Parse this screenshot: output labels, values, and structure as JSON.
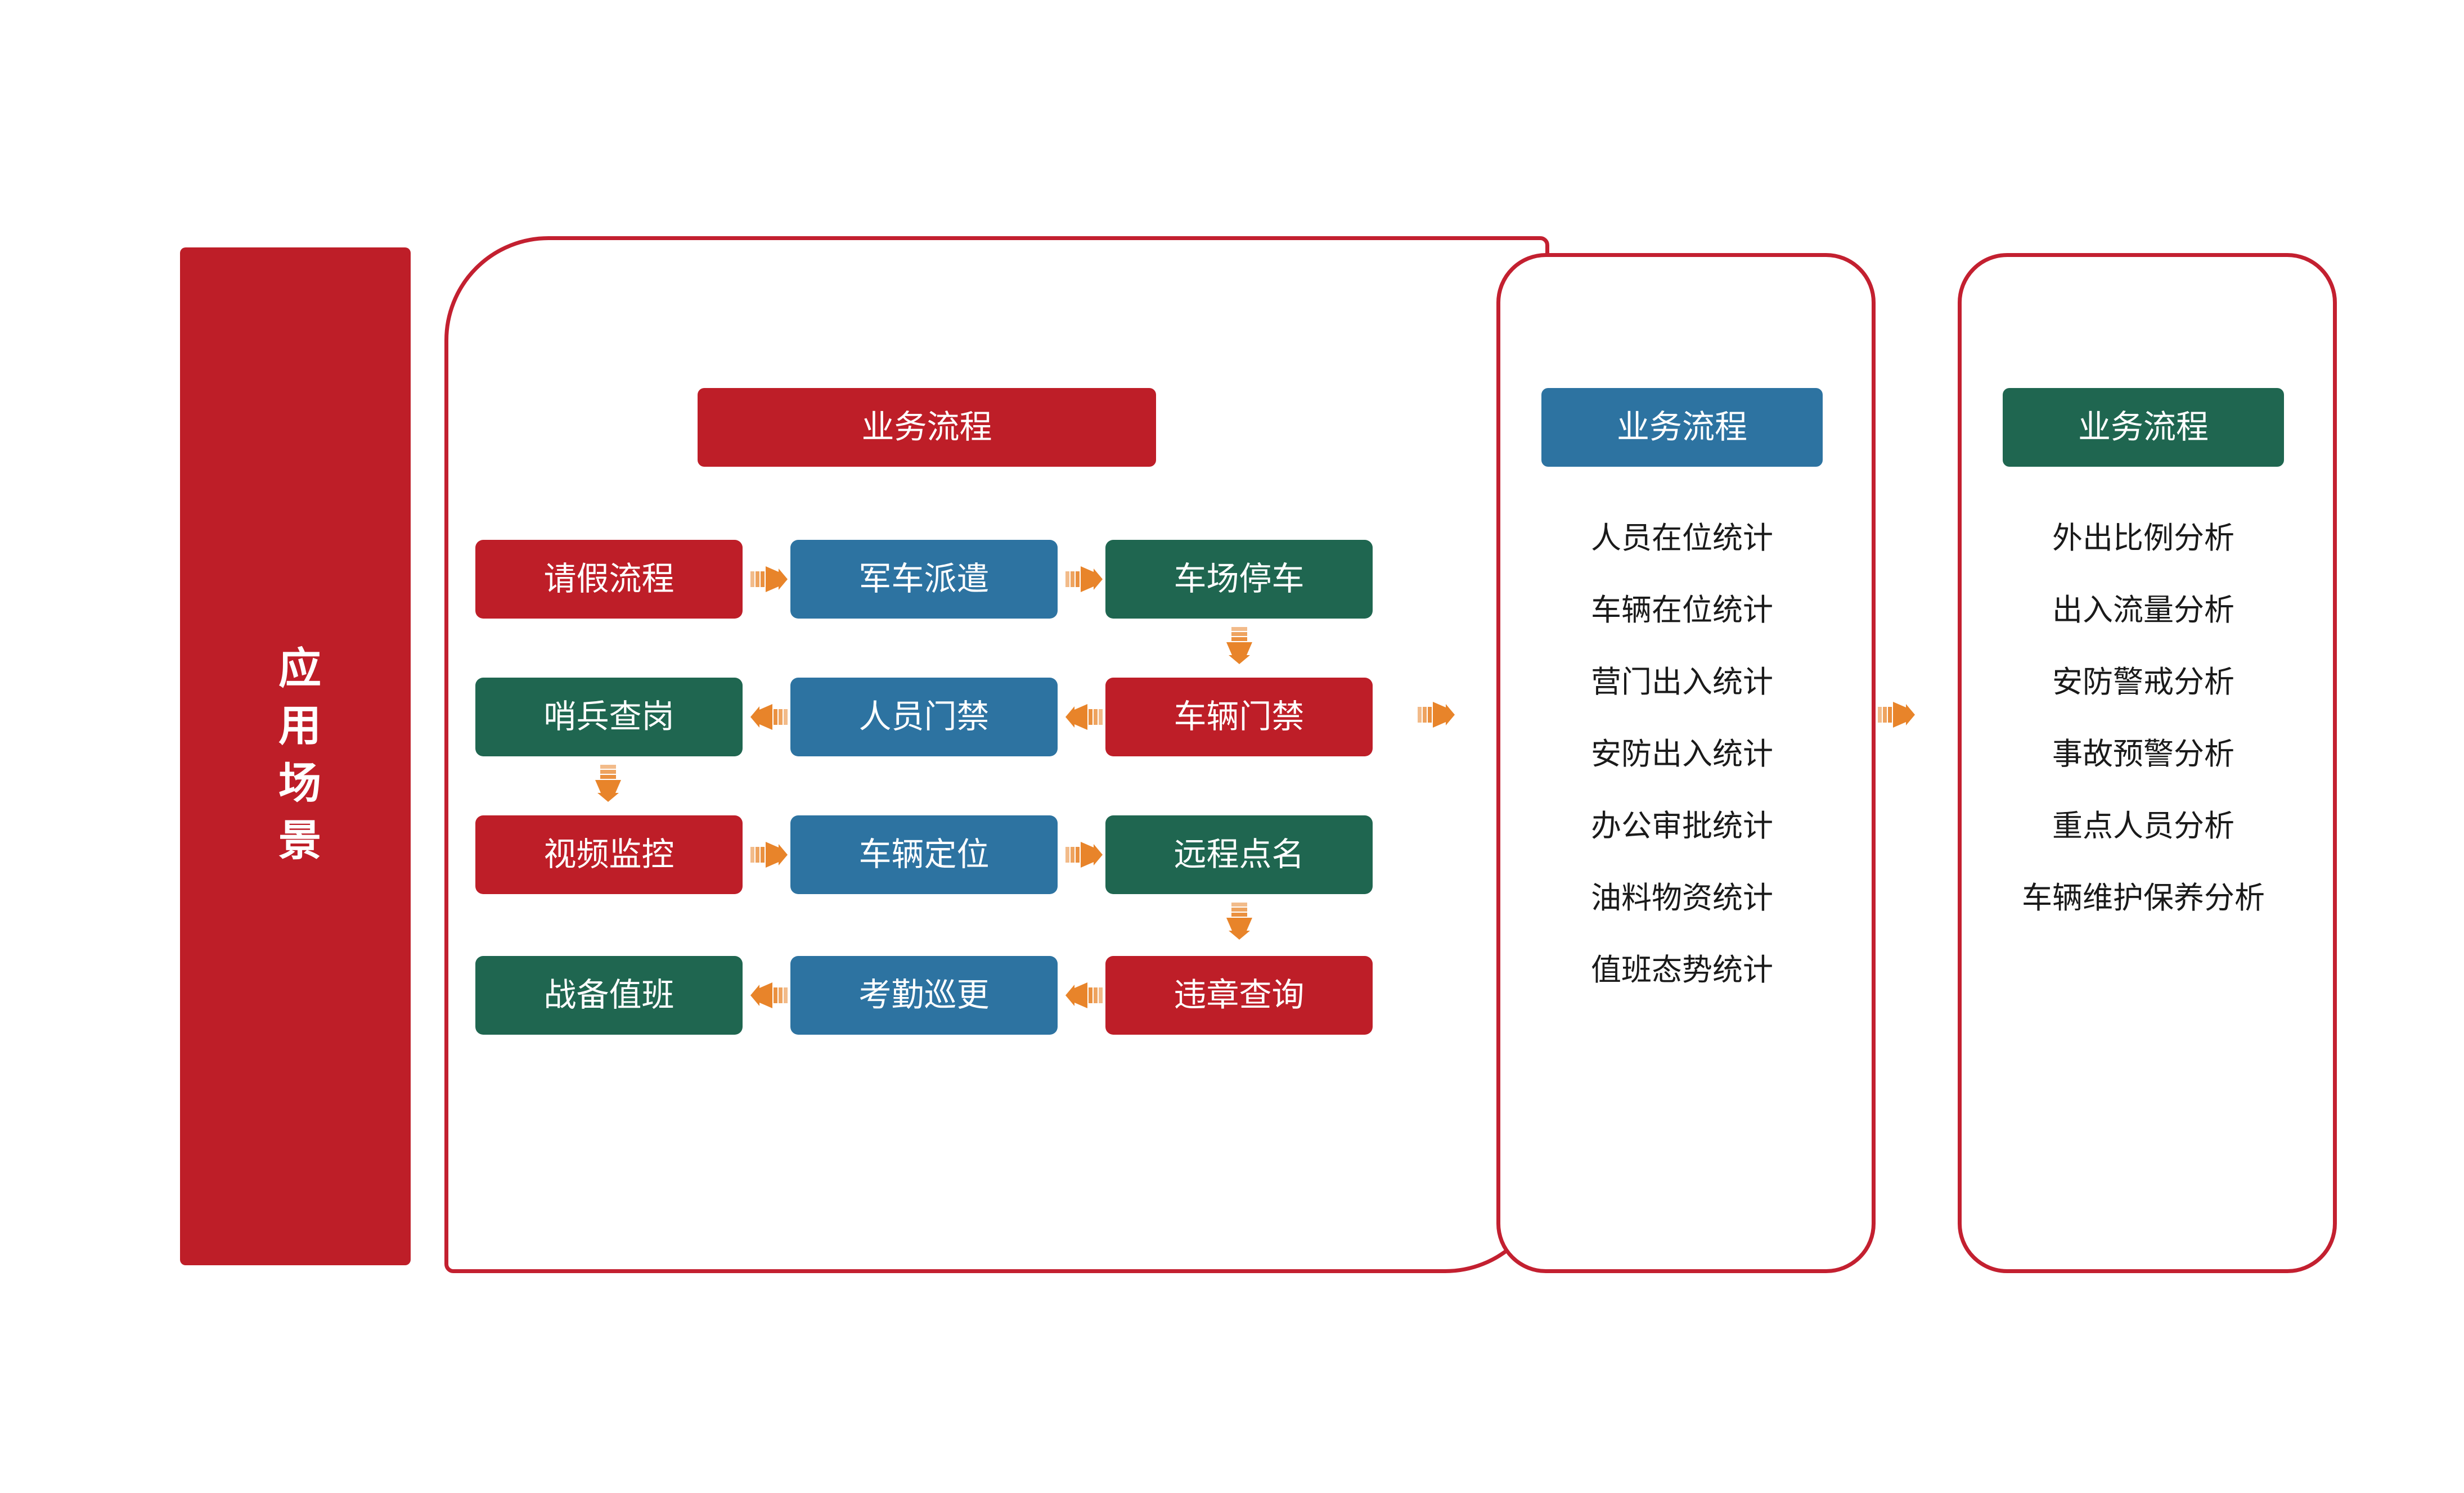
{
  "banner": {
    "label": "应用场景",
    "color": "#BE1E28"
  },
  "palette": {
    "red": "#BE1E28",
    "blue": "#2D73A1",
    "green": "#1F6650",
    "outline": "#C32030",
    "arrow": "#E8842A",
    "arrow_light": "#F5B97E",
    "text_dark": "#1a1a1a",
    "text_light": "#ffffff"
  },
  "main_panel": {
    "header": "业务流程",
    "rows": [
      {
        "direction": "right",
        "boxes": [
          {
            "label": "请假流程",
            "color": "red"
          },
          {
            "label": "军车派遣",
            "color": "blue"
          },
          {
            "label": "车场停车",
            "color": "green"
          }
        ]
      },
      {
        "direction": "left",
        "boxes": [
          {
            "label": "哨兵查岗",
            "color": "green"
          },
          {
            "label": "人员门禁",
            "color": "blue"
          },
          {
            "label": "车辆门禁",
            "color": "red"
          }
        ]
      },
      {
        "direction": "right",
        "boxes": [
          {
            "label": "视频监控",
            "color": "red"
          },
          {
            "label": "车辆定位",
            "color": "blue"
          },
          {
            "label": "远程点名",
            "color": "green"
          }
        ]
      },
      {
        "direction": "left",
        "boxes": [
          {
            "label": "战备值班",
            "color": "green"
          },
          {
            "label": "考勤巡更",
            "color": "blue"
          },
          {
            "label": "违章查询",
            "color": "red"
          }
        ]
      }
    ]
  },
  "mid_panel": {
    "header": "业务流程",
    "items": [
      "人员在位统计",
      "车辆在位统计",
      "营门出入统计",
      "安防出入统计",
      "办公审批统计",
      "油料物资统计",
      "值班态势统计"
    ]
  },
  "right_panel": {
    "header": "业务流程",
    "items": [
      "外出比例分析",
      "出入流量分析",
      "安防警戒分析",
      "事故预警分析",
      "重点人员分析",
      "车辆维护保养分析"
    ]
  },
  "icons": {
    "arrow_right": "arrow-right-icon",
    "arrow_left": "arrow-left-icon",
    "arrow_down": "arrow-down-icon"
  }
}
